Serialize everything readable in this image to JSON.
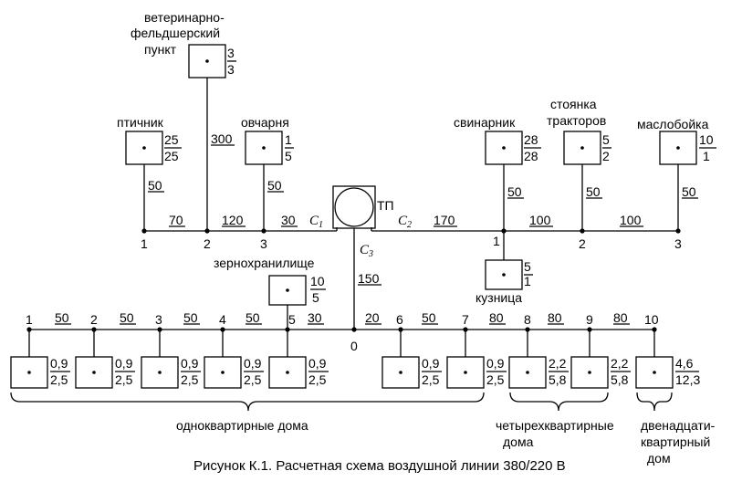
{
  "caption": "Рисунок К.1. Расчетная схема воздушной линии 380/220 В",
  "tp": {
    "label": "ТП"
  },
  "feeders": {
    "c1": {
      "letter": "C",
      "index": "1"
    },
    "c2": {
      "letter": "C",
      "index": "2"
    },
    "c3": {
      "letter": "C",
      "index": "3"
    }
  },
  "left_line": {
    "segments": [
      "70",
      "120",
      "30"
    ],
    "nodes": [
      "1",
      "2",
      "3"
    ],
    "branches": [
      "50",
      "300",
      "50"
    ],
    "consumers": [
      {
        "name": "птичник",
        "top": "25",
        "bottom": "25"
      },
      {
        "name_lines": [
          "ветеринарно-",
          "фельдшерский",
          "пункт"
        ],
        "top": "3",
        "bottom": "3"
      },
      {
        "name": "овчарня",
        "top": "1",
        "bottom": "5"
      }
    ]
  },
  "right_line": {
    "segments": [
      "170",
      "100",
      "100"
    ],
    "nodes": [
      "1",
      "2",
      "3"
    ],
    "branches": [
      "50",
      "50",
      "50"
    ],
    "consumers": [
      {
        "name": "свинарник",
        "top": "28",
        "bottom": "28"
      },
      {
        "name_lines": [
          "стоянка",
          "тракторов"
        ],
        "top": "5",
        "bottom": "2"
      },
      {
        "name": "маслобойка",
        "top": "10",
        "bottom": "1"
      }
    ],
    "smithy": {
      "name": "кузница",
      "top": "5",
      "bottom": "1"
    }
  },
  "bottom_line": {
    "feeder_length": "150",
    "origin_node": "0",
    "granary": {
      "name": "зернохранилище",
      "top": "10",
      "bottom": "5"
    },
    "left_segments": [
      "50",
      "50",
      "50",
      "50",
      "30"
    ],
    "right_segments": [
      "20",
      "50",
      "80",
      "80",
      "80"
    ],
    "nodes": [
      "1",
      "2",
      "3",
      "4",
      "5",
      "6",
      "7",
      "8",
      "9",
      "10"
    ],
    "houses": [
      {
        "top": "0,9",
        "bottom": "2,5"
      },
      {
        "top": "0,9",
        "bottom": "2,5"
      },
      {
        "top": "0,9",
        "bottom": "2,5"
      },
      {
        "top": "0,9",
        "bottom": "2,5"
      },
      {
        "top": "0,9",
        "bottom": "2,5"
      },
      {
        "top": "0,9",
        "bottom": "2,5"
      },
      {
        "top": "0,9",
        "bottom": "2,5"
      },
      {
        "top": "2,2",
        "bottom": "5,8"
      },
      {
        "top": "2,2",
        "bottom": "5,8"
      },
      {
        "top": "4,6",
        "bottom": "12,3"
      }
    ],
    "groups": {
      "single": "одноквартирные дома",
      "four": [
        "четырехквартирные",
        "дома"
      ],
      "twelve": [
        "двенадцати-",
        "квартирный",
        "дом"
      ]
    }
  }
}
